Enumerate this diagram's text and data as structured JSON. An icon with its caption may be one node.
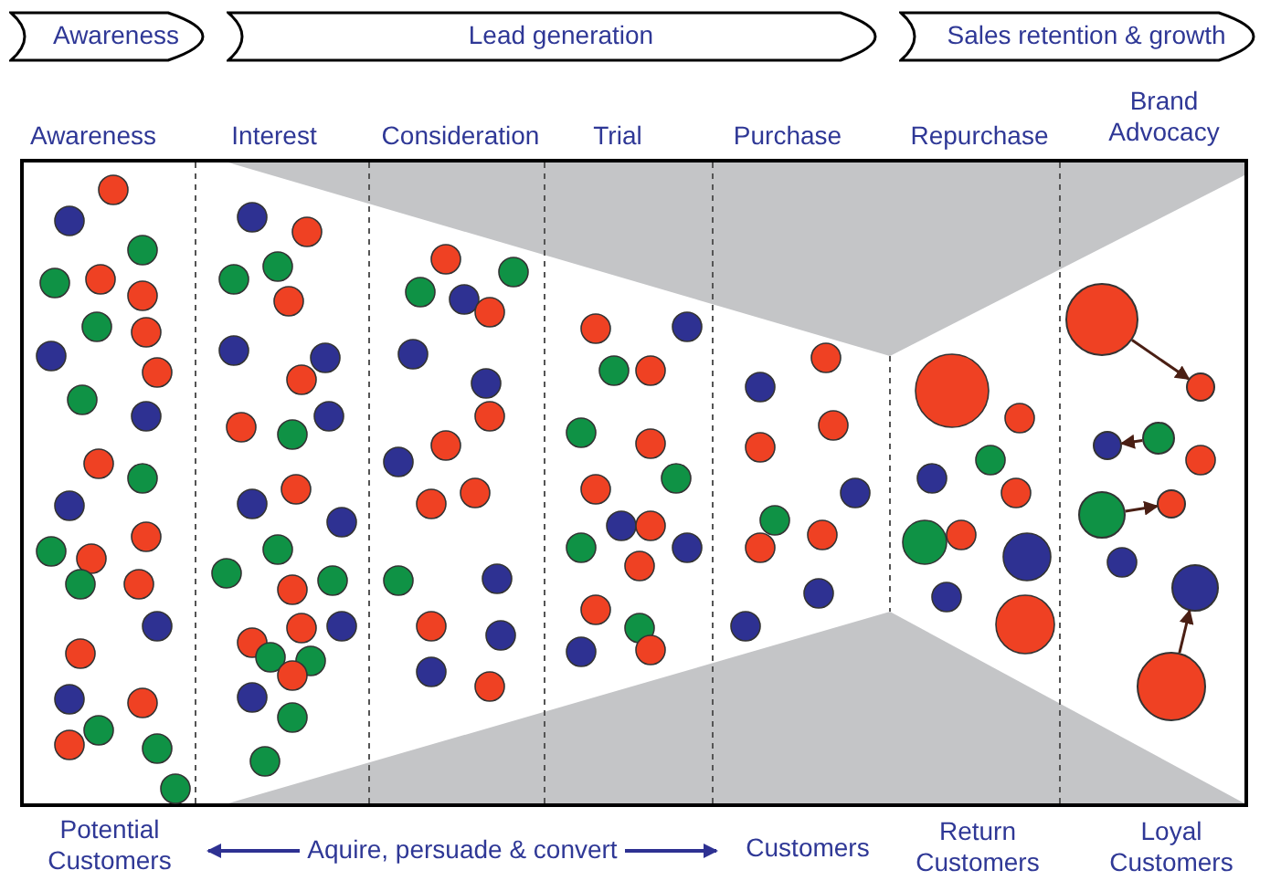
{
  "diagram": {
    "nodes": [
      {
        "text": [
          "Awareness"
        ]
      },
      {
        "text": [
          "Lead generation"
        ]
      },
      {
        "text": [
          "Sales retention & growth"
        ]
      },
      {
        "text": [],
        "shape": "circle"
      },
      {
        "text": [],
        "shape": "circle"
      },
      {
        "text": [],
        "shape": "circle"
      },
      {
        "text": [],
        "shape": "circle"
      },
      {
        "text": [],
        "shape": "circle"
      },
      {
        "text": [],
        "shape": "circle"
      },
      {
        "text": [],
        "shape": "circle"
      },
      {
        "text": [],
        "shape": "circle"
      },
      {
        "text": [
          "Potential Customers"
        ]
      },
      {
        "text": [
          "Customers"
        ]
      }
    ],
    "edges": [
      {
        "from": 3,
        "to": 4,
        "arrow": "to"
      },
      {
        "from": 5,
        "to": 6,
        "arrow": "to"
      },
      {
        "from": 8,
        "to": 7,
        "arrow": "to"
      },
      {
        "from": 10,
        "to": 9,
        "arrow": "to"
      },
      {
        "from": 11,
        "to": 12,
        "arrow": "both",
        "label": "Aquire, persuade & convert",
        "color": "#2e3192"
      }
    ],
    "labels": [
      "Awareness",
      "Interest",
      "Consideration",
      "Trial",
      "Purchase",
      "Repurchase",
      "Brand Advocacy",
      "Return Customers",
      "Loyal Customers"
    ]
  }
}
